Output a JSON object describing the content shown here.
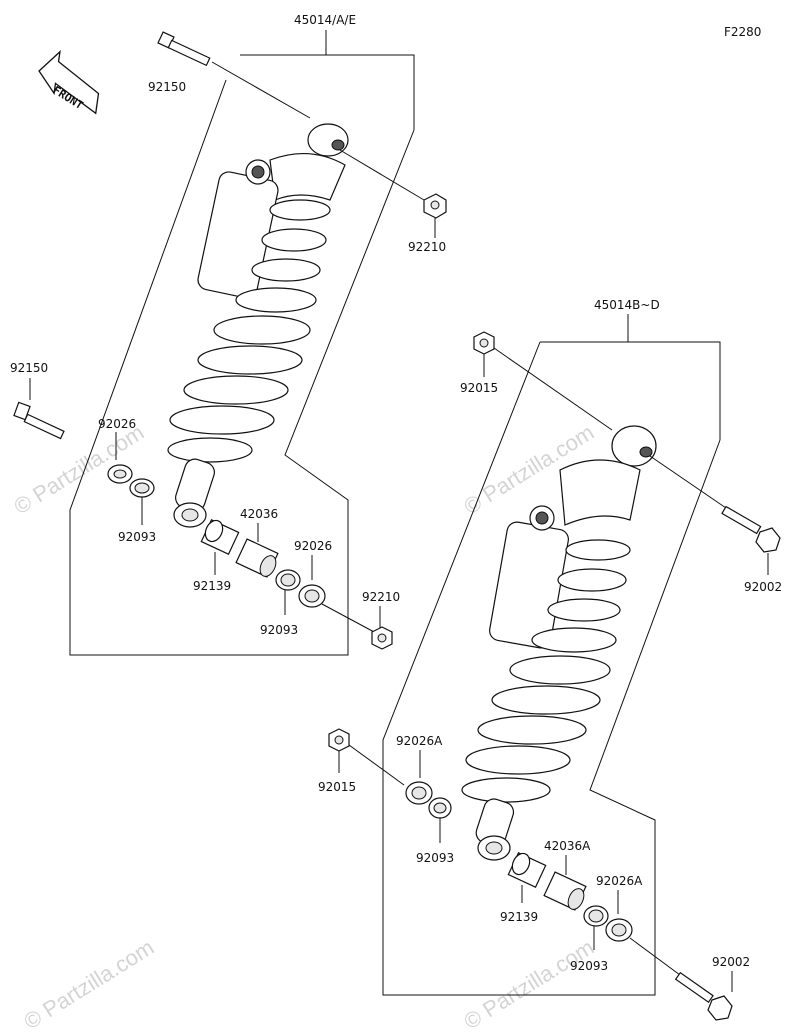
{
  "figure_code": "F2280",
  "front_label": "FRONT",
  "watermark": "© Partzilla.com",
  "left_assembly": {
    "shock_label": "45014/A/E",
    "top_bolt": "92150",
    "top_nut": "92210",
    "side_bolt": "92150",
    "washer_outer_left": "92026",
    "seal_left": "92093",
    "bushing": "42036",
    "sleeve": "92139",
    "washer_outer_right": "92026",
    "seal_right": "92093",
    "bottom_nut": "92210"
  },
  "right_assembly": {
    "shock_label": "45014B~D",
    "top_nut": "92015",
    "top_bolt": "92002",
    "bottom_nut": "92015",
    "washer_outer_left": "92026A",
    "seal_left": "92093",
    "bushing": "42036A",
    "sleeve": "92139",
    "washer_outer_right": "92026A",
    "seal_right": "92093",
    "bottom_bolt": "92002"
  }
}
